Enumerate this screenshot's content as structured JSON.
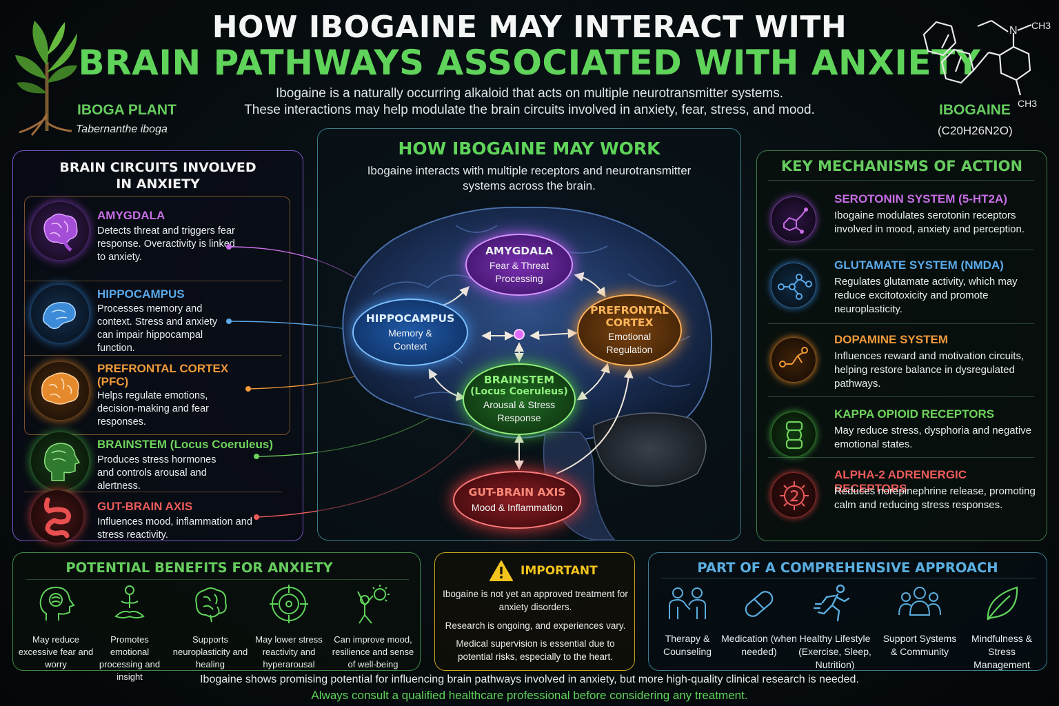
{
  "header": {
    "title_line1": "HOW IBOGAINE MAY INTERACT WITH",
    "title_line2": "BRAIN PATHWAYS ASSOCIATED WITH ANXIETY",
    "subtitle_line1": "Ibogaine is a naturally occurring alkaloid that acts on multiple neurotransmitter systems.",
    "subtitle_line2": "These interactions may help modulate the brain circuits involved in anxiety, fear, stress, and mood.",
    "plant_label": "IBOGA PLANT",
    "plant_latin": "Tabernanthe iboga",
    "molecule_label": "IBOGAINE",
    "molecule_formula": "(C20H26N2O)",
    "molecule_n": "N",
    "molecule_ch3_top": "CH3",
    "molecule_ch3_bottom": "CH3"
  },
  "left_panel": {
    "title_line1": "BRAIN CIRCUITS INVOLVED",
    "title_line2": "IN ANXIETY",
    "items": [
      {
        "title": "AMYGDALA",
        "desc": "Detects threat and triggers fear response. Overactivity is linked to anxiety.",
        "color": "#c86ee6"
      },
      {
        "title": "HIPPOCAMPUS",
        "desc": "Processes memory and context. Stress and anxiety can impair hippocampal function.",
        "color": "#5aa9ea"
      },
      {
        "title": "PREFRONTAL CORTEX (PFC)",
        "desc": "Helps regulate emotions, decision-making and fear responses.",
        "color": "#f19a3a"
      },
      {
        "title": "BRAINSTEM (Locus Coeruleus)",
        "desc": "Produces stress hormones and controls arousal and alertness.",
        "color": "#6fd35c"
      },
      {
        "title": "GUT-BRAIN AXIS",
        "desc": "Influences mood, inflammation and stress reactivity.",
        "color": "#ee5b5b"
      }
    ]
  },
  "center_panel": {
    "title": "HOW IBOGAINE MAY WORK",
    "desc_line1": "Ibogaine interacts with multiple receptors and neurotransmitter",
    "desc_line2": "systems across the brain.",
    "nodes": {
      "amygdala": {
        "title": "AMYGDALA",
        "sub1": "Fear & Threat",
        "sub2": "Processing"
      },
      "hippocampus": {
        "title": "HIPPOCAMPUS",
        "sub1": "Memory &",
        "sub2": "Context"
      },
      "pfc": {
        "title1": "PREFRONTAL",
        "title2": "CORTEX",
        "sub1": "Emotional",
        "sub2": "Regulation"
      },
      "brainstem": {
        "title1": "BRAINSTEM",
        "title2": "(Locus Coeruleus)",
        "sub1": "Arousal & Stress",
        "sub2": "Response"
      },
      "gut": {
        "title": "GUT-BRAIN AXIS",
        "sub1": "Mood & Inflammation"
      }
    }
  },
  "right_panel": {
    "title": "KEY MECHANISMS OF ACTION",
    "items": [
      {
        "title": "SEROTONIN SYSTEM (5-HT2A)",
        "desc": "Ibogaine modulates serotonin receptors involved in mood, anxiety and perception.",
        "color": "#c86ee6"
      },
      {
        "title": "GLUTAMATE SYSTEM (NMDA)",
        "desc": "Regulates glutamate activity, which may reduce excitotoxicity and promote neuroplasticity.",
        "color": "#5aa9ea"
      },
      {
        "title": "DOPAMINE SYSTEM",
        "desc": "Influences reward and motivation circuits, helping restore balance in dysregulated pathways.",
        "color": "#f19a3a"
      },
      {
        "title": "KAPPA OPIOID RECEPTORS",
        "desc": "May reduce stress, dysphoria and negative emotional states.",
        "color": "#6fd35c"
      },
      {
        "title": "ALPHA-2 ADRENERGIC RECEPTORS",
        "desc": "Reduces norepinephrine release, promoting calm and reducing stress responses.",
        "color": "#ee5b5b"
      }
    ]
  },
  "benefits": {
    "title": "POTENTIAL BENEFITS FOR ANXIETY",
    "items": [
      {
        "text": "May reduce excessive fear and worry",
        "icon": "head-brain-icon"
      },
      {
        "text": "Promotes emotional processing and insight",
        "icon": "meditation-icon"
      },
      {
        "text": "Supports neuroplasticity and healing",
        "icon": "brain-icon"
      },
      {
        "text": "May lower stress reactivity and hyperarousal",
        "icon": "target-icon"
      },
      {
        "text": "Can improve mood, resilience and sense of well-being",
        "icon": "sun-person-icon"
      }
    ]
  },
  "important": {
    "title": "IMPORTANT",
    "p1": "Ibogaine is not yet an approved treatment for anxiety disorders.",
    "p2": "Research is ongoing, and experiences vary.",
    "p3": "Medical supervision is essential due to potential risks, especially to the heart."
  },
  "approach": {
    "title": "PART OF A COMPREHENSIVE APPROACH",
    "items": [
      {
        "text": "Therapy & Counseling",
        "icon": "people-talking-icon"
      },
      {
        "text": "Medication (when needed)",
        "icon": "pill-icon"
      },
      {
        "text": "Healthy Lifestyle (Exercise, Sleep, Nutrition)",
        "icon": "runner-icon"
      },
      {
        "text": "Support Systems & Community",
        "icon": "group-icon"
      },
      {
        "text": "Mindfulness & Stress Management",
        "icon": "leaf-icon"
      }
    ]
  },
  "footer": {
    "line1": "Ibogaine shows promising potential for influencing brain pathways involved in anxiety, but more high-quality clinical research is needed.",
    "line2": "Always consult a qualified healthcare professional before considering any treatment."
  }
}
